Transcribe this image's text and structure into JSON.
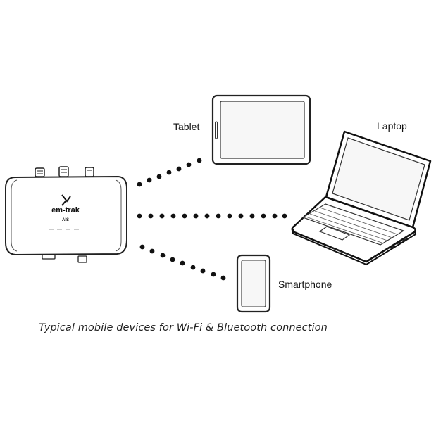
{
  "devices": {
    "ais_unit": {
      "brand": "em-trak",
      "model": "AIS"
    },
    "tablet": {
      "label": "Tablet"
    },
    "laptop": {
      "label": "Laptop"
    },
    "smartphone": {
      "label": "Smartphone"
    }
  },
  "caption": "Typical mobile devices for Wi-Fi & Bluetooth connection",
  "colors": {
    "outline": "#222222",
    "fill": "#ffffff",
    "dots": "#111111",
    "screen": "#f7f7f7"
  }
}
